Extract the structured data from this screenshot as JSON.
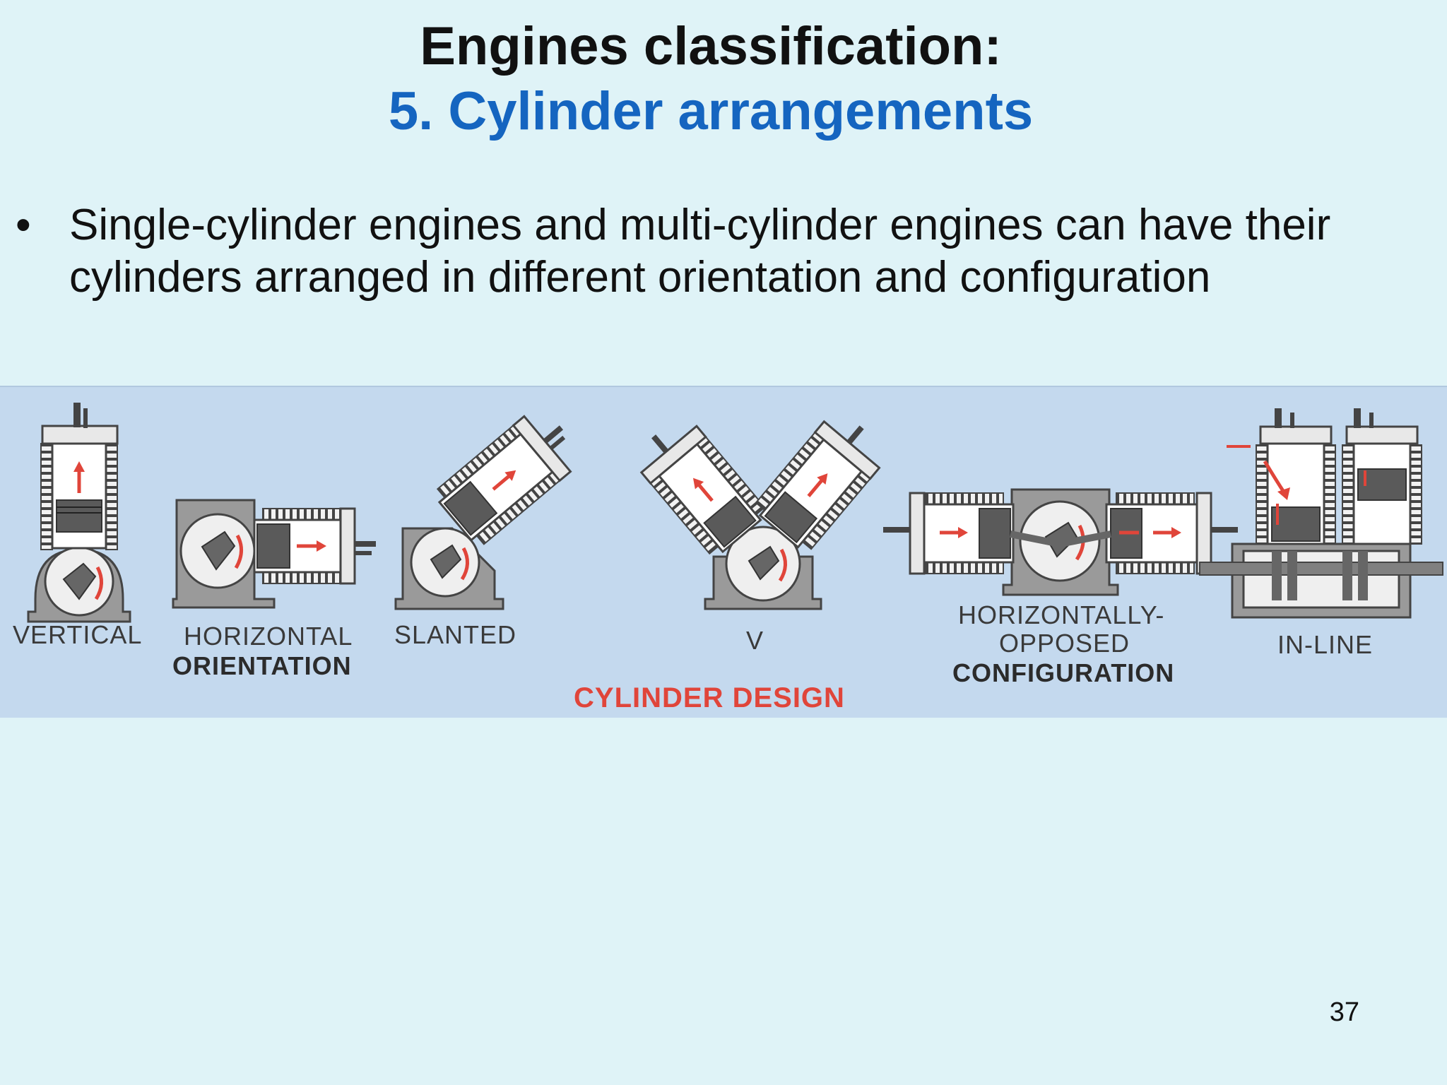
{
  "slide": {
    "title": "Engines classification:",
    "subtitle": "5. Cylinder arrangements",
    "bullet_symbol": "•",
    "bullet_text": "Single-cylinder engines and multi-cylinder engines can have their cylinders arranged in different orientation and configuration",
    "page_number": "37"
  },
  "figure": {
    "labels": {
      "vertical": "VERTICAL",
      "horizontal": "HORIZONTAL",
      "slanted": "SLANTED",
      "v": "V",
      "horizontally": "HORIZONTALLY-",
      "opposed": "OPPOSED",
      "in_line": "IN-LINE"
    },
    "group_labels": {
      "orientation": "ORIENTATION",
      "configuration": "CONFIGURATION"
    },
    "caption": "CYLINDER DESIGN"
  },
  "colors": {
    "background": "#dff3f7",
    "subtitle": "#1565c0",
    "panel": "#c4d9ee",
    "arrow": "#e0453a",
    "engine_body": "#9a9a9a",
    "engine_dark": "#555555"
  }
}
